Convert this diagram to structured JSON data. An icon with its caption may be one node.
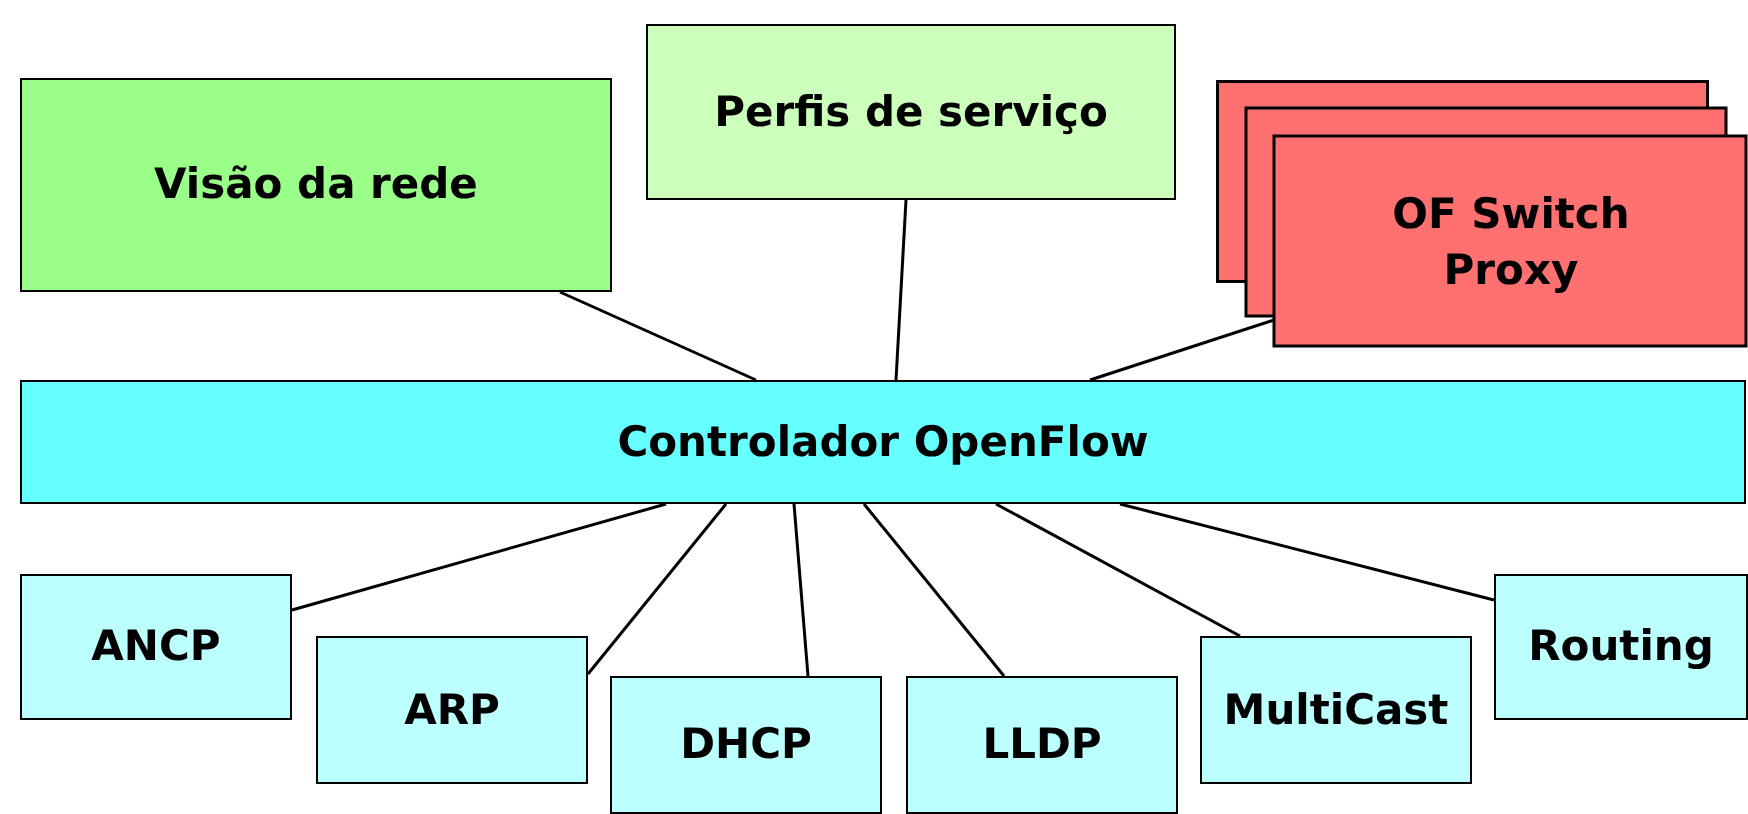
{
  "diagram": {
    "nodes": [
      {
        "text": [
          "Visão da rede"
        ]
      },
      {
        "text": [
          "Perfis de serviço"
        ]
      },
      {
        "text": [
          "OF Switch Proxy"
        ]
      },
      {
        "text": [
          "Controlador OpenFlow"
        ]
      },
      {
        "text": [
          "ANCP"
        ]
      },
      {
        "text": [
          "ARP"
        ]
      },
      {
        "text": [
          "DHCP"
        ]
      },
      {
        "text": [
          "LLDP"
        ]
      },
      {
        "text": [
          "MultiCast"
        ]
      },
      {
        "text": [
          "Routing"
        ]
      }
    ],
    "edges": [
      {
        "from": 3,
        "to": 0,
        "arrow": "none"
      },
      {
        "from": 3,
        "to": 1,
        "arrow": "none"
      },
      {
        "from": 3,
        "to": 2,
        "arrow": "none"
      },
      {
        "from": 3,
        "to": 4,
        "arrow": "none"
      },
      {
        "from": 3,
        "to": 5,
        "arrow": "none"
      },
      {
        "from": 3,
        "to": 6,
        "arrow": "none"
      },
      {
        "from": 3,
        "to": 7,
        "arrow": "none"
      },
      {
        "from": 3,
        "to": 8,
        "arrow": "none"
      },
      {
        "from": 3,
        "to": 9,
        "arrow": "none"
      }
    ]
  }
}
